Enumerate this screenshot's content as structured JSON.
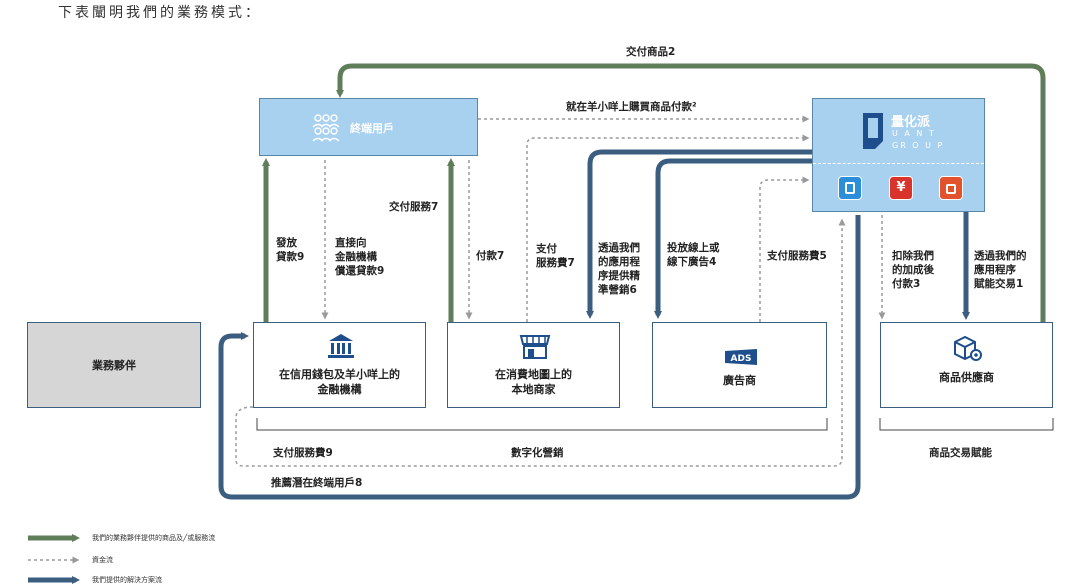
{
  "heading": "下表闡明我們的業務模式：",
  "colors": {
    "goods_flow": "#5f7d58",
    "fund_flow": "#9a9a9a",
    "solution_flow": "#3b5e80",
    "light_box": "#a8d0ef",
    "partner_box": "#d6d6d6",
    "box_border": "#3a5f80"
  },
  "nodes": {
    "end_user": "終端用戶",
    "business_partner": "業務夥伴",
    "financial_institutions": "在信用錢包及羊小咩上的\n金融機構",
    "local_merchants": "在消費地圖上的\n本地商家",
    "advertisers": "廣告商",
    "goods_supplier": "商品供應商",
    "quant_group": {
      "name_cn": "量化派",
      "name_en_1": "U A N T",
      "name_en_2": "GR O U P"
    }
  },
  "flows": {
    "deliver_goods": "交付商品2",
    "pay_goods": "就在羊小咩上購買商品付款²",
    "disburse_loans": "發放\n貸款9",
    "repay_loans": "直接向\n金融機構\n償還貸款9",
    "deliver_service": "交付服務7",
    "pay": "付款7",
    "pay_service_fee_merchant": "支付\n服務費7",
    "precision_marketing": "透過我們\n的應用程\n序提供精\n準營銷6",
    "advertise": "投放線上或\n線下廣告4",
    "pay_service_fee_ad": "支付服務費5",
    "deducted_payment": "扣除我們\n的加成後\n付款3",
    "goods_transaction": "透過我們的\n應用程序\n賦能交易1",
    "pay_service_fee_fi": "支付服務費9",
    "recommend_users": "推薦潛在終端用戶8"
  },
  "groups": {
    "digital_marketing": "數字化營銷",
    "goods_enablement": "商品交易賦能"
  },
  "icons": {
    "end_user": "people-group-icon",
    "financial_institutions": "bank-building-icon",
    "local_merchants": "storefront-icon",
    "advertisers": "ads-sign-icon",
    "goods_supplier": "package-gear-icon",
    "app_1": "wallet-app-icon",
    "app_2": "yen-app-icon",
    "app_3": "shopping-bag-app-icon"
  },
  "legend": [
    "我們的業務夥伴提供的商品及╱或服務流",
    "資金流",
    "我們提供的解決方案流"
  ]
}
